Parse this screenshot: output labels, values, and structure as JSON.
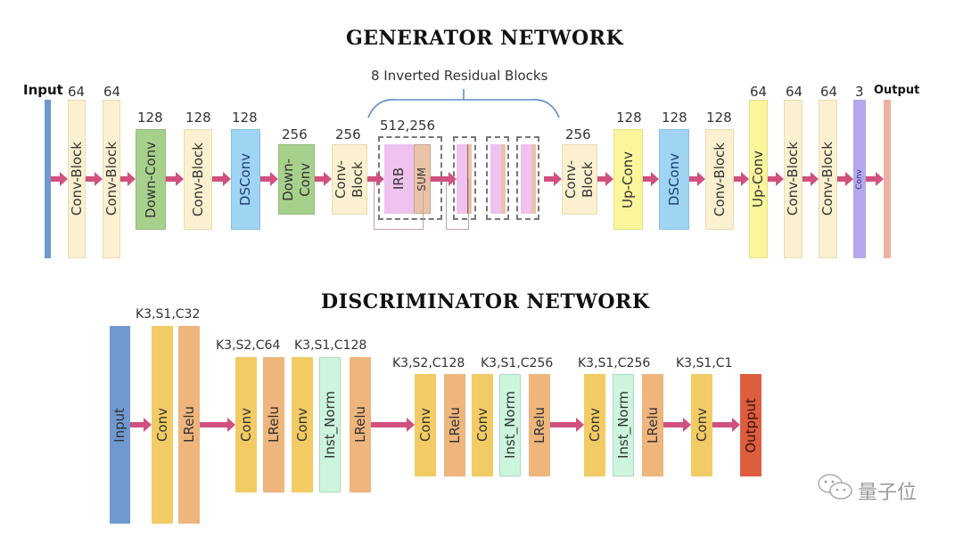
{
  "generator": {
    "title": "GENERATOR NETWORK",
    "input_label": "Input",
    "output_label": "Output",
    "irb_group_label": "8 Inverted Residual Blocks",
    "blocks": [
      {
        "label": "Conv-Block",
        "channels": "64",
        "color": "#fbf0cf"
      },
      {
        "label": "Conv-Block",
        "channels": "64",
        "color": "#fbf0cf"
      },
      {
        "label": "Down-Conv",
        "channels": "128",
        "color": "#a8d08d"
      },
      {
        "label": "Conv-Block",
        "channels": "128",
        "color": "#fbf0cf"
      },
      {
        "label": "DSConv",
        "channels": "128",
        "color": "#9fd4f2"
      },
      {
        "label": "Down-\nConv",
        "channels": "256",
        "color": "#a8d08d"
      },
      {
        "label": "Conv-\nBlock",
        "channels": "256",
        "color": "#fbf0cf"
      },
      {
        "label": "IRB",
        "sum_label": "SUM",
        "channels": "512,256",
        "color": "#efc2ef",
        "sum_color": "#e9c3a7"
      },
      {
        "label": "Conv-\nBlock",
        "channels": "256",
        "color": "#fbf0cf"
      },
      {
        "label": "Up-Conv",
        "channels": "128",
        "color": "#fbf59c"
      },
      {
        "label": "DSConv",
        "channels": "128",
        "color": "#9fd4f2"
      },
      {
        "label": "Conv-Block",
        "channels": "128",
        "color": "#fbf0cf"
      },
      {
        "label": "Up-Conv",
        "channels": "64",
        "color": "#fbf59c"
      },
      {
        "label": "Conv-Block",
        "channels": "64",
        "color": "#fbf0cf"
      },
      {
        "label": "Conv-Block",
        "channels": "64",
        "color": "#fbf0cf"
      },
      {
        "label": "Conv",
        "channels": "3",
        "color": "#b4a7ec"
      }
    ],
    "input_color": "#6e99d1",
    "output_color": "#eeb1a0"
  },
  "discriminator": {
    "title": "DISCRIMINATOR NETWORK",
    "groups": [
      {
        "spec": "K3,S1,C32"
      },
      {
        "spec": "K3,S2,C64"
      },
      {
        "spec": "K3,S1,C128"
      },
      {
        "spec": "K3,S2,C128"
      },
      {
        "spec": "K3,S1,C256"
      },
      {
        "spec": "K3,S1,C256"
      },
      {
        "spec": "K3,S1,C1"
      }
    ],
    "blocks": [
      {
        "label": "Input",
        "color": "#6e99d1"
      },
      {
        "label": "Conv",
        "color": "#f2cb64"
      },
      {
        "label": "LRelu",
        "color": "#eeb57c"
      },
      {
        "label": "Conv",
        "color": "#f2cb64"
      },
      {
        "label": "LRelu",
        "color": "#eeb57c"
      },
      {
        "label": "Conv",
        "color": "#f2cb64"
      },
      {
        "label": "Inst_Norm",
        "color": "#cdf5de"
      },
      {
        "label": "LRelu",
        "color": "#eeb57c"
      },
      {
        "label": "Conv",
        "color": "#f2cb64"
      },
      {
        "label": "LRelu",
        "color": "#eeb57c"
      },
      {
        "label": "Conv",
        "color": "#f2cb64"
      },
      {
        "label": "Inst_Norm",
        "color": "#cdf5de"
      },
      {
        "label": "LRelu",
        "color": "#eeb57c"
      },
      {
        "label": "Conv",
        "color": "#f2cb64"
      },
      {
        "label": "Inst_Norm",
        "color": "#cdf5de"
      },
      {
        "label": "LRelu",
        "color": "#eeb57c"
      },
      {
        "label": "Conv",
        "color": "#f2cb64"
      },
      {
        "label": "Outpput",
        "color": "#dd5e3f"
      }
    ]
  },
  "watermark": {
    "text": "量子位",
    "icon": "wechat-icon"
  },
  "colors": {
    "arrow": "#d0507f",
    "brace": "#5b8fc9"
  }
}
